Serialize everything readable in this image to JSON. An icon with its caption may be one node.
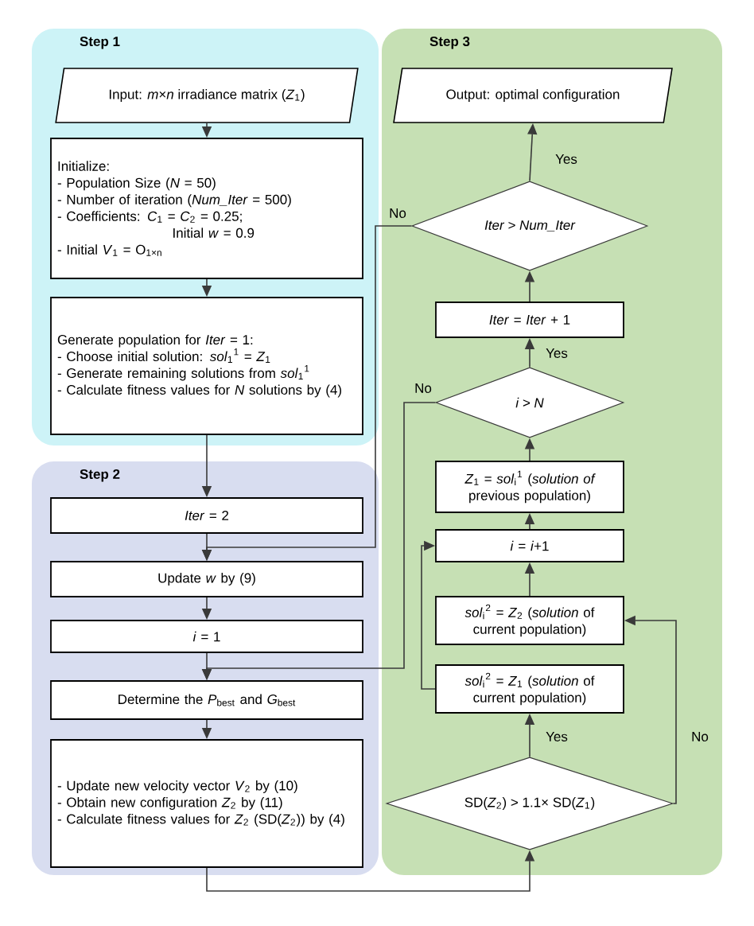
{
  "diagram": {
    "nodes": [
      {
        "text": [
          "Step 1"
        ]
      },
      {
        "text": [
          "Input: *m*×*n* irradiance matrix (*Z*$_{1}$)"
        ],
        "in": 0
      },
      {
        "text": [
          "Initialize:",
          "- Population Size (*N* = 50)",
          "- Number of iteration (*Num_Iter* = 500)",
          "- Coefficients: *C*$_{1}$ = *C*$_{2}$ = 0.25;",
          "Initial *w* = 0.9",
          "- Initial *V*$_{1}$ = O$_{1×n}$"
        ],
        "in": 0
      },
      {
        "text": [
          "Generate population for *Iter* = 1:",
          "- Choose initial solution: *sol*$_{1}$$^{1}$ = *Z*$_{1}$",
          "- Generate remaining solutions from *sol*$_{1}$$^{1}$",
          "- Calculate fitness values for *N* solutions by (4)"
        ],
        "in": 0
      },
      {
        "text": [
          "Step 2"
        ]
      },
      {
        "text": [
          "*Iter* = 2"
        ],
        "in": 4
      },
      {
        "text": [
          "Update *w* by (9)"
        ],
        "in": 4
      },
      {
        "text": [
          "*i* = 1"
        ],
        "in": 4
      },
      {
        "text": [
          "Determine the *P*$_{best}$ and *G*$_{best}$"
        ],
        "in": 4
      },
      {
        "text": [
          "- Update new velocity vector *V*$_{2}$ by (10)",
          "- Obtain new configuration *Z*$_{2}$ by (11)",
          "- Calculate fitness values for *Z*$_{2}$ (SD(*Z*$_{2}$)) by (4)"
        ],
        "in": 4
      },
      {
        "text": [
          "Step 3"
        ]
      },
      {
        "text": [
          "Output: optimal configuration"
        ],
        "in": 10
      },
      {
        "text": [
          "Iter > Num_Iter"
        ],
        "in": 10
      },
      {
        "text": [
          "*Iter* = *Iter* + 1"
        ],
        "in": 10
      },
      {
        "text": [
          "i > N"
        ],
        "in": 10
      },
      {
        "text": [
          "*Z*$_{1}$ = *sol*$_{i}$$^{1}$ (*solution of* previous population)"
        ],
        "in": 10
      },
      {
        "text": [
          "*i* = *i*+1"
        ],
        "in": 10
      },
      {
        "text": [
          "*sol*$_{i}$$^{2}$ = *Z*$_{2}$ (*solution* of current population)"
        ],
        "in": 10
      },
      {
        "text": [
          "*sol*$_{i}$$^{2}$ = *Z*$_{1}$ (*solution* of current population)"
        ],
        "in": 10
      },
      {
        "text": [
          "SD(*Z*$_{2}$) > 1.1× SD(*Z*$_{1}$)"
        ],
        "in": 10
      }
    ],
    "edges": [
      {
        "from": 1,
        "to": 2,
        "arrow": "to"
      },
      {
        "from": 2,
        "to": 3,
        "arrow": "to"
      },
      {
        "from": 3,
        "to": 5,
        "arrow": "to"
      },
      {
        "from": 5,
        "to": 6,
        "arrow": "to"
      },
      {
        "from": 6,
        "to": 7,
        "arrow": "to"
      },
      {
        "from": 7,
        "to": 8,
        "arrow": "to"
      },
      {
        "from": 8,
        "to": 9,
        "arrow": "to"
      },
      {
        "from": 9,
        "to": 19,
        "arrow": "to"
      },
      {
        "from": 19,
        "to": 18,
        "arrow": "to",
        "label": "Yes"
      },
      {
        "from": 19,
        "to": 17,
        "arrow": "to",
        "label": "No"
      },
      {
        "from": 18,
        "to": 16,
        "arrow": "to"
      },
      {
        "from": 17,
        "to": 16,
        "arrow": "to"
      },
      {
        "from": 16,
        "to": 15,
        "arrow": "to"
      },
      {
        "from": 15,
        "to": 14,
        "arrow": "to"
      },
      {
        "from": 14,
        "to": 13,
        "arrow": "to",
        "label": "Yes"
      },
      {
        "from": 14,
        "to": 8,
        "arrow": "to",
        "label": "No"
      },
      {
        "from": 13,
        "to": 12,
        "arrow": "to"
      },
      {
        "from": 12,
        "to": 11,
        "arrow": "to",
        "label": "Yes"
      },
      {
        "from": 12,
        "to": 6,
        "arrow": "to",
        "label": "No"
      }
    ]
  }
}
